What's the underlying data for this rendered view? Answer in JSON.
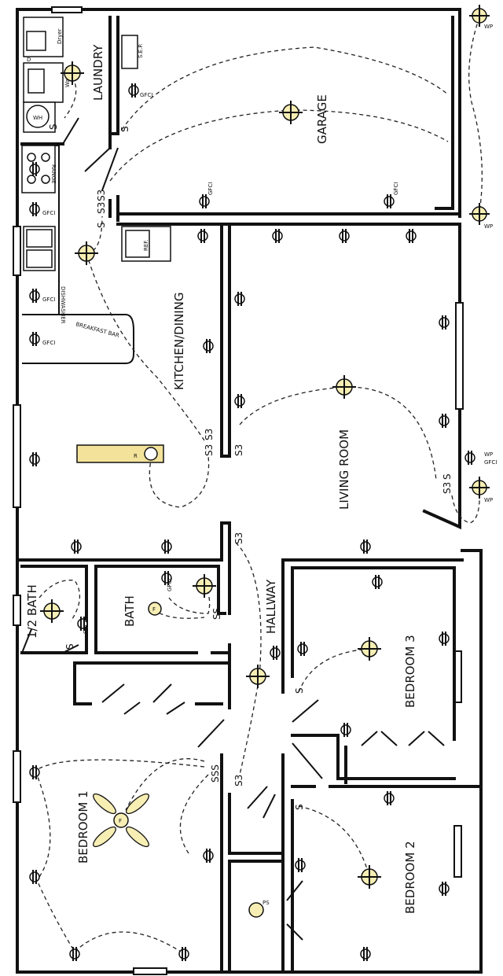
{
  "rooms": {
    "laundry": "LAUNDRY",
    "garage": "GARAGE",
    "kitchen_dining": "KITCHEN/DINING",
    "living_room": "LIVING ROOM",
    "half_bath": "1/2 BATH",
    "bath": "BATH",
    "hallway": "HALLWAY",
    "bedroom1": "BEDROOM 1",
    "bedroom2": "BEDROOM 2",
    "bedroom3": "BEDROOM 3"
  },
  "fixtures": {
    "dryer": "Dryer",
    "dryer_d": "D",
    "washer": "Washer",
    "washer_w": "W",
    "water_heater": "WH",
    "sep": "S.E.P.",
    "range": "RANGE",
    "dishwasher": "DISHWASHER",
    "breakfast_bar": "BREAKFAST BAR",
    "refrigerator": "REF.",
    "range_hood_r": "R",
    "fan_f": "F",
    "ps": "PS"
  },
  "labels": {
    "gfci": "GFCI",
    "wp": "WP",
    "s": "S",
    "s3": "S3",
    "s3_sub": "3",
    "ss": "SS",
    "sss": "SSS",
    "f_sub": "F"
  },
  "colors": {
    "fixture_fill": "#f7eeb4",
    "wall": "#111111",
    "range_hood_fill": "#f3e39a"
  }
}
